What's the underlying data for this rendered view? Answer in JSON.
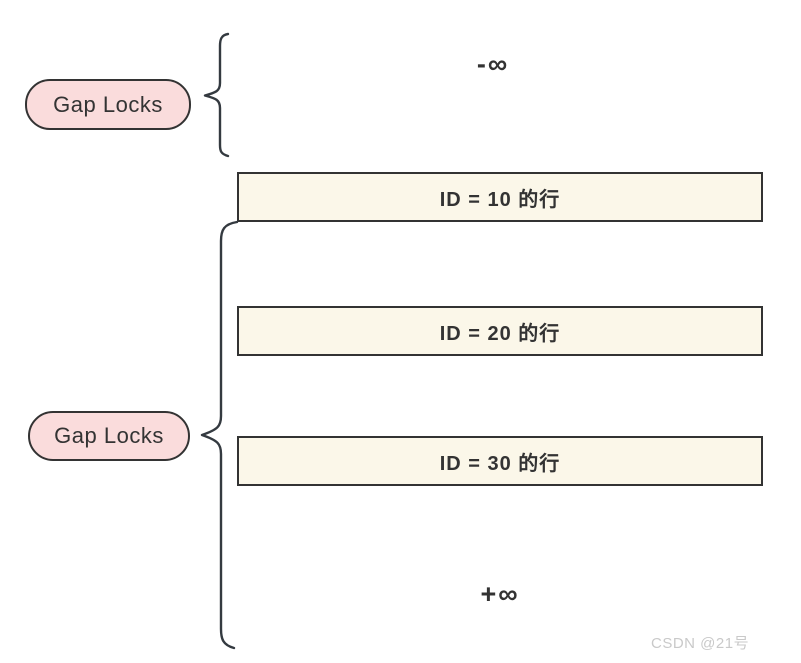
{
  "diagram": {
    "title_concept": "Gap Locks",
    "badges": [
      {
        "label": "Gap Locks"
      },
      {
        "label": "Gap Locks"
      }
    ],
    "endpoints": {
      "negative_infinity": "-∞",
      "positive_infinity": "+∞"
    },
    "rows": [
      {
        "label": "ID = 10 的行"
      },
      {
        "label": "ID = 20 的行"
      },
      {
        "label": "ID = 30 的行"
      }
    ]
  },
  "watermark": "CSDN @21号",
  "colors": {
    "background": "#ffffff",
    "badge_fill": "#fadcdc",
    "badge_border": "#333333",
    "row_fill": "#fbf7e9",
    "row_border": "#333333",
    "text": "#333333",
    "brace": "#343a40",
    "watermark": "#c9c9c9"
  }
}
